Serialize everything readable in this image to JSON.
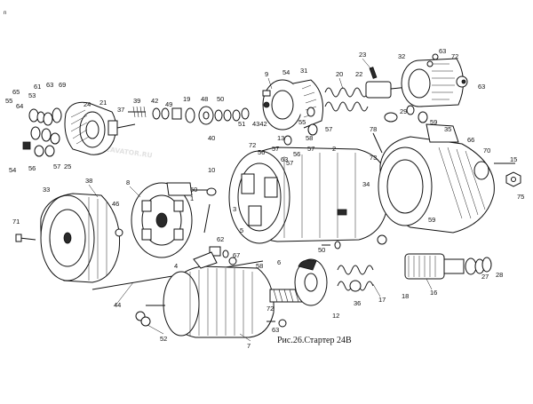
{
  "caption": "Рис.26.Стартер 24В",
  "corner_mark": "n",
  "watermark": {
    "text": "MEXCAVATOR.RU",
    "color": "#bdbdbd"
  },
  "callouts": [
    {
      "id": "c23",
      "text": "23"
    },
    {
      "id": "c32",
      "text": "32"
    },
    {
      "id": "c63a",
      "text": "63"
    },
    {
      "id": "c72a",
      "text": "72"
    },
    {
      "id": "c63b",
      "text": "63"
    },
    {
      "id": "c9",
      "text": "9"
    },
    {
      "id": "c54a",
      "text": "54"
    },
    {
      "id": "c31",
      "text": "31"
    },
    {
      "id": "c20",
      "text": "20"
    },
    {
      "id": "c22",
      "text": "22"
    },
    {
      "id": "c29",
      "text": "29"
    },
    {
      "id": "c59a",
      "text": "59"
    },
    {
      "id": "c61",
      "text": "61"
    },
    {
      "id": "c63c",
      "text": "63"
    },
    {
      "id": "c69",
      "text": "69"
    },
    {
      "id": "c65",
      "text": "65"
    },
    {
      "id": "c53",
      "text": "53"
    },
    {
      "id": "c55a",
      "text": "55"
    },
    {
      "id": "c64",
      "text": "64"
    },
    {
      "id": "c21",
      "text": "21"
    },
    {
      "id": "c39",
      "text": "39"
    },
    {
      "id": "c42",
      "text": "42"
    },
    {
      "id": "c19",
      "text": "19"
    },
    {
      "id": "c48",
      "text": "48"
    },
    {
      "id": "c50a",
      "text": "50"
    },
    {
      "id": "c24",
      "text": "24"
    },
    {
      "id": "c37",
      "text": "37"
    },
    {
      "id": "c49",
      "text": "49"
    },
    {
      "id": "c51",
      "text": "51"
    },
    {
      "id": "c4342",
      "text": "4342"
    },
    {
      "id": "c55b",
      "text": "55"
    },
    {
      "id": "c57a",
      "text": "57"
    },
    {
      "id": "c58a",
      "text": "58"
    },
    {
      "id": "c57b",
      "text": "57"
    },
    {
      "id": "c78",
      "text": "78"
    },
    {
      "id": "c35",
      "text": "35"
    },
    {
      "id": "c13",
      "text": "13"
    },
    {
      "id": "c56a",
      "text": "56"
    },
    {
      "id": "c57c",
      "text": "57"
    },
    {
      "id": "c66",
      "text": "66"
    },
    {
      "id": "c70",
      "text": "70"
    },
    {
      "id": "c73",
      "text": "73"
    },
    {
      "id": "c15",
      "text": "15"
    },
    {
      "id": "c54b",
      "text": "54"
    },
    {
      "id": "c56b",
      "text": "56"
    },
    {
      "id": "c57d",
      "text": "57"
    },
    {
      "id": "c25",
      "text": "25"
    },
    {
      "id": "c40",
      "text": "40"
    },
    {
      "id": "c72b",
      "text": "72"
    },
    {
      "id": "c56c",
      "text": "56"
    },
    {
      "id": "c57e",
      "text": "57"
    },
    {
      "id": "c2",
      "text": "2"
    },
    {
      "id": "c63d",
      "text": "63"
    },
    {
      "id": "c34",
      "text": "34"
    },
    {
      "id": "c59b",
      "text": "59"
    },
    {
      "id": "c75",
      "text": "75"
    },
    {
      "id": "c33",
      "text": "33"
    },
    {
      "id": "c38",
      "text": "38"
    },
    {
      "id": "c8",
      "text": "8"
    },
    {
      "id": "c10",
      "text": "10"
    },
    {
      "id": "c1",
      "text": "1"
    },
    {
      "id": "c60",
      "text": "60"
    },
    {
      "id": "c46",
      "text": "46"
    },
    {
      "id": "c3",
      "text": "3"
    },
    {
      "id": "c5",
      "text": "5"
    },
    {
      "id": "c71",
      "text": "71"
    },
    {
      "id": "c62",
      "text": "62"
    },
    {
      "id": "c4",
      "text": "4"
    },
    {
      "id": "c50b",
      "text": "50"
    },
    {
      "id": "c67",
      "text": "67"
    },
    {
      "id": "c58b",
      "text": "58"
    },
    {
      "id": "c6",
      "text": "6"
    },
    {
      "id": "c27",
      "text": "27"
    },
    {
      "id": "c28",
      "text": "28"
    },
    {
      "id": "c44",
      "text": "44"
    },
    {
      "id": "c72c",
      "text": "72"
    },
    {
      "id": "c63e",
      "text": "63"
    },
    {
      "id": "c36",
      "text": "36"
    },
    {
      "id": "c17",
      "text": "17"
    },
    {
      "id": "c18",
      "text": "18"
    },
    {
      "id": "c16",
      "text": "16"
    },
    {
      "id": "c12",
      "text": "12"
    },
    {
      "id": "c52",
      "text": "52"
    },
    {
      "id": "c7",
      "text": "7"
    }
  ]
}
